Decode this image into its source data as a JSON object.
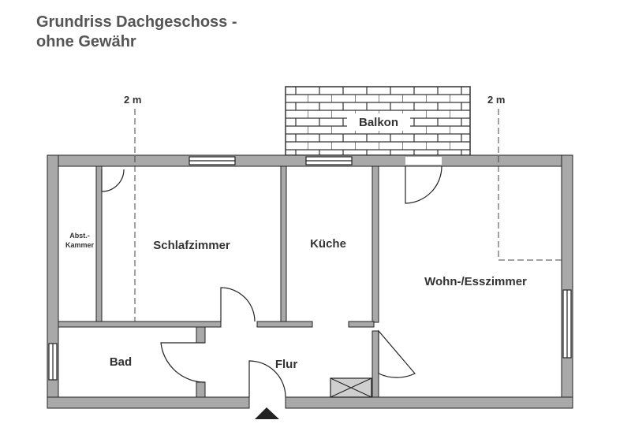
{
  "title": {
    "line1": "Grundriss Dachgeschoss -",
    "line2": "ohne Gewähr"
  },
  "rooms": {
    "balcony": "Balkon",
    "bedroom": "Schlafzimmer",
    "kitchen": "Küche",
    "living": "Wohn-/Esszimmer",
    "storage_line1": "Abst.-",
    "storage_line2": "Kammer",
    "bath": "Bad",
    "hall": "Flur"
  },
  "dimensions": {
    "left": "2 m",
    "right": "2 m"
  },
  "colors": {
    "wall": "#a9a9a9",
    "wall_stroke": "#222222",
    "text": "#333333",
    "title": "#555555"
  }
}
